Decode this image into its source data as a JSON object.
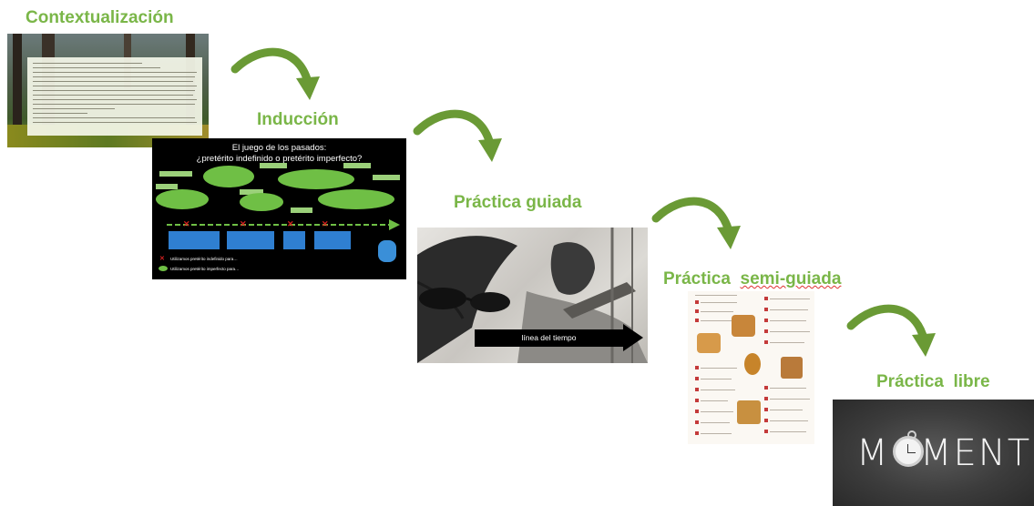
{
  "stages": [
    {
      "id": "contextualizacion",
      "title": "Contextualización"
    },
    {
      "id": "induccion",
      "title": "Inducción"
    },
    {
      "id": "practica_guiada",
      "title": "Práctica guiada"
    },
    {
      "id": "practica_semi_guiada",
      "title_part1": "Práctica",
      "title_part2": "semi-guiada"
    },
    {
      "id": "practica_libre",
      "title": "Práctica  libre"
    }
  ],
  "induccion_slide": {
    "title_line1": "El juego de los pasados:",
    "title_line2": "¿pretérito indefinido o pretérito imperfecto?",
    "legend_indefinido": "Utilizamos pretérito indefinido para…",
    "legend_imperfecto": "Utilizamos pretérito imperfecto para…"
  },
  "guiada_slide": {
    "timeline_label": "línea del tiempo"
  },
  "libre_slide": {
    "board_text": "MOMENT"
  },
  "colors": {
    "stage_title": "#7ab648",
    "arrow": "#6a9a35"
  }
}
